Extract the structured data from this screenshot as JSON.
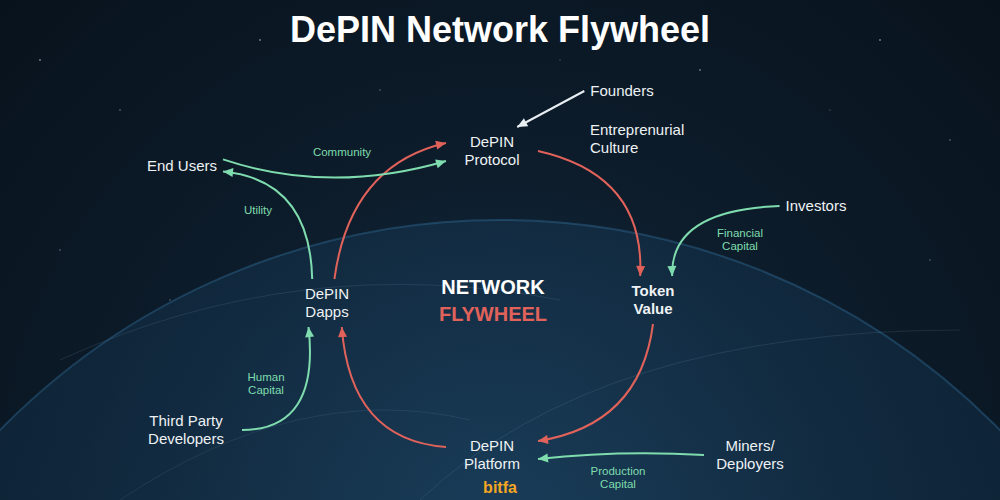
{
  "diagram": {
    "title": "DePIN Network Flywheel",
    "nodes": [
      {
        "text": [
          "Founders"
        ]
      },
      {
        "text": [
          "DePIN Protocol"
        ]
      },
      {
        "text": [
          "End Users"
        ]
      },
      {
        "text": [
          "Investors"
        ]
      },
      {
        "text": [
          "DePIN Dapps"
        ]
      },
      {
        "text": [
          "Token Value"
        ]
      },
      {
        "text": [
          "Third Party Developers"
        ]
      },
      {
        "text": [
          "DePIN Platform"
        ]
      },
      {
        "text": [
          "Miners/ Deployers"
        ]
      }
    ],
    "edges": [
      {
        "from": 0,
        "to": 1,
        "arrow": "to"
      },
      {
        "from": 1,
        "to": 5,
        "arrow": "to"
      },
      {
        "from": 3,
        "to": 5,
        "label": "Financial Capital",
        "arrow": "to"
      },
      {
        "from": 5,
        "to": 7,
        "arrow": "to"
      },
      {
        "from": 8,
        "to": 7,
        "label": "Production Capital",
        "arrow": "to"
      },
      {
        "from": 7,
        "to": 4,
        "arrow": "to"
      },
      {
        "from": 6,
        "to": 4,
        "label": "Human Capital",
        "arrow": "to"
      },
      {
        "from": 4,
        "to": 1,
        "arrow": "to"
      },
      {
        "from": 4,
        "to": 2,
        "label": "Utility",
        "arrow": "to"
      },
      {
        "from": 2,
        "to": 1,
        "label": "Community",
        "arrow": "to"
      }
    ],
    "labels": [
      "Entreprenurial Culture",
      "NETWORK",
      "FLYWHEEL",
      "bitfa"
    ]
  }
}
